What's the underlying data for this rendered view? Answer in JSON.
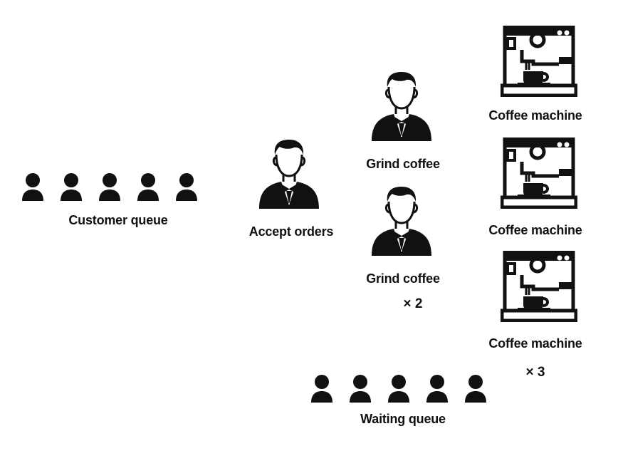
{
  "diagram": {
    "customer_queue": {
      "label": "Customer queue"
    },
    "accept_orders": {
      "label": "Accept orders"
    },
    "grinders": {
      "items": [
        {
          "label": "Grind coffee"
        },
        {
          "label": "Grind coffee"
        }
      ],
      "multiplier": "× 2"
    },
    "machines": {
      "items": [
        {
          "label": "Coffee machine"
        },
        {
          "label": "Coffee machine"
        },
        {
          "label": "Coffee machine"
        }
      ],
      "multiplier": "× 3"
    },
    "waiting_queue": {
      "label": "Waiting queue"
    }
  }
}
